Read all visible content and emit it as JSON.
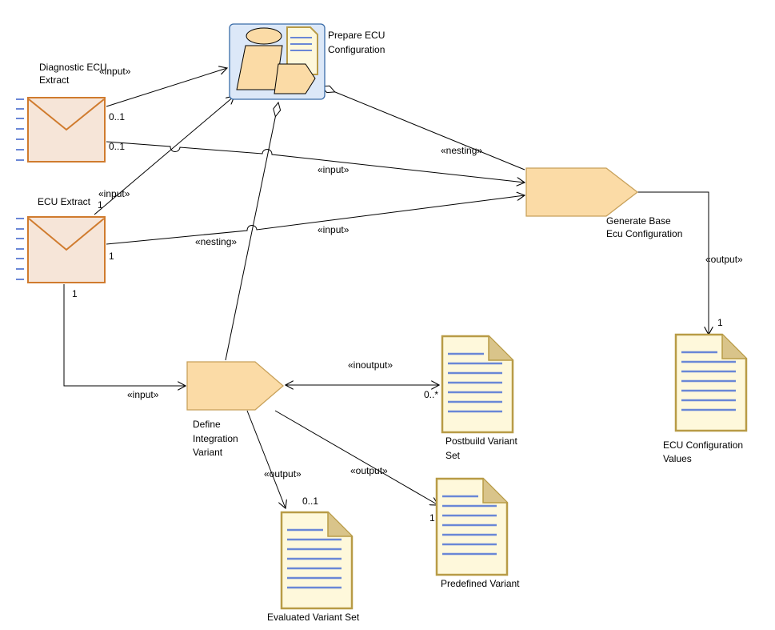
{
  "colors": {
    "artifact_fill": "#f6e5d8",
    "artifact_stroke": "#d07b2e",
    "task_fill": "#fbdba6",
    "task_stroke": "#c8a15a",
    "doc_fill": "#fef8db",
    "doc_stroke": "#b89b46",
    "doc_lines": "#6a87d6",
    "package_fill": "#dce8f8",
    "package_stroke": "#3a6ca8",
    "edge": "#000000"
  },
  "nodes": {
    "prepare_ecu_configuration": "Prepare ECU Configuration",
    "diagnostic_ecu_extract": "Diagnostic ECU Extract",
    "ecu_extract": "ECU Extract",
    "generate_base_ecu_configuration": "Generate Base Ecu Configuration",
    "define_integration_variant": "Define Integration Variant",
    "postbuild_variant_set": "Postbuild Variant Set",
    "ecu_configuration_values": "ECU Configuration Values",
    "evaluated_variant_set": "Evaluated Variant Set",
    "predefined_variant": "Predefined Variant"
  },
  "labels": {
    "prepare_l1": "Prepare ECU",
    "prepare_l2": "Configuration",
    "diag_l1": "Diagnostic ECU",
    "diag_l2": "Extract",
    "ecu_extract": "ECU Extract",
    "generate_l1": "Generate Base",
    "generate_l2": "Ecu Configuration",
    "define_l1": "Define",
    "define_l2": "Integration",
    "define_l3": "Variant",
    "postbuild_l1": "Postbuild Variant",
    "postbuild_l2": "Set",
    "ecuconf_l1": "ECU Configuration",
    "ecuconf_l2": "Values",
    "evaluated": "Evaluated Variant Set",
    "predefined": "Predefined Variant"
  },
  "edges": {
    "diag_to_prepare": {
      "stereotype": "«input»",
      "multiplicity": "0..1"
    },
    "diag_to_generate": {
      "stereotype": "«input»",
      "multiplicity": "0..1"
    },
    "ecu_to_prepare": {
      "stereotype": "«input»",
      "multiplicity": "1"
    },
    "ecu_to_generate": {
      "stereotype": "«input»",
      "multiplicity": "1"
    },
    "ecu_to_define": {
      "stereotype": "«input»",
      "multiplicity": "1"
    },
    "prepare_nests_generate": {
      "stereotype": "«nesting»"
    },
    "prepare_nests_define": {
      "stereotype": "«nesting»"
    },
    "generate_to_ecuconf": {
      "stereotype": "«output»",
      "multiplicity": "1"
    },
    "define_to_postbuild": {
      "stereotype": "«inoutput»",
      "multiplicity": "0..*"
    },
    "define_to_evaluated": {
      "stereotype": "«output»",
      "multiplicity": "0..1"
    },
    "define_to_predefined": {
      "stereotype": "«output»",
      "multiplicity": "1"
    }
  }
}
